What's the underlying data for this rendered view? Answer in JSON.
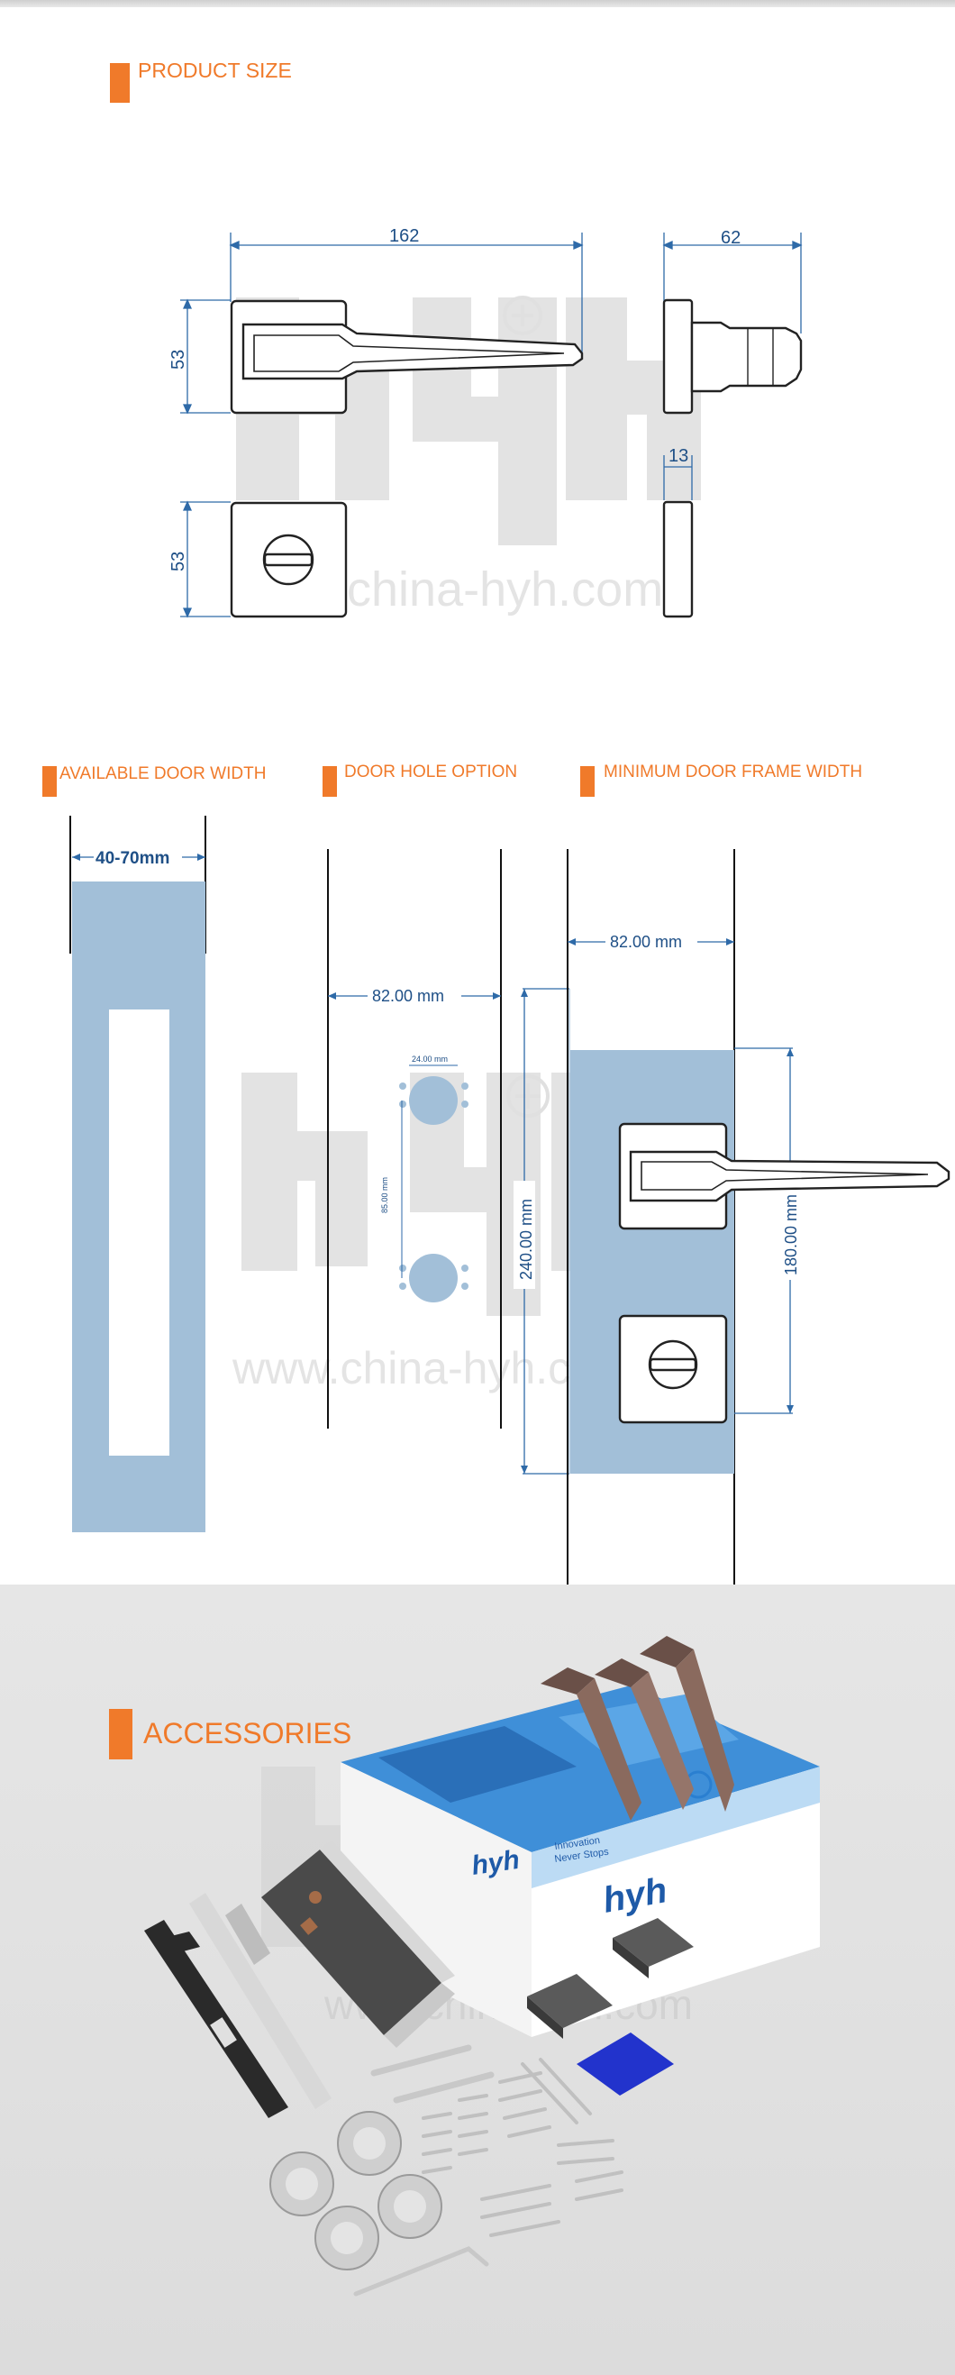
{
  "sections": {
    "product_size": {
      "title": "PRODUCT SIZE",
      "dims": {
        "length": "162",
        "depth": "62",
        "rose_height": "53",
        "escutcheon_height": "53",
        "escutcheon_thickness": "13"
      }
    },
    "door_width": {
      "title": "AVAILABLE DOOR WIDTH",
      "range": "40-70mm"
    },
    "door_hole": {
      "title": "DOOR HOLE OPTION",
      "width": "82.00 mm",
      "height": "240.00 mm",
      "hole_diameter": "24.00 mm",
      "hole_spacing": "85.00 mm"
    },
    "frame_width": {
      "title": "MINIMUM DOOR FRAME WIDTH",
      "width": "82.00 mm",
      "height": "180.00 mm"
    },
    "accessories": {
      "title": "ACCESSORIES"
    }
  },
  "watermark": {
    "logo": "hyh",
    "url": "www.china-hyh.com"
  },
  "brand": {
    "logo": "hyh",
    "tagline_1": "Innovation",
    "tagline_2": "Never Stops",
    "box_logo": "hyh"
  },
  "colors": {
    "accent": "#f07a2a",
    "dimension": "#1e4f86",
    "door_blue": "#a2bfd8",
    "box_blue": "#2a7fd0"
  }
}
